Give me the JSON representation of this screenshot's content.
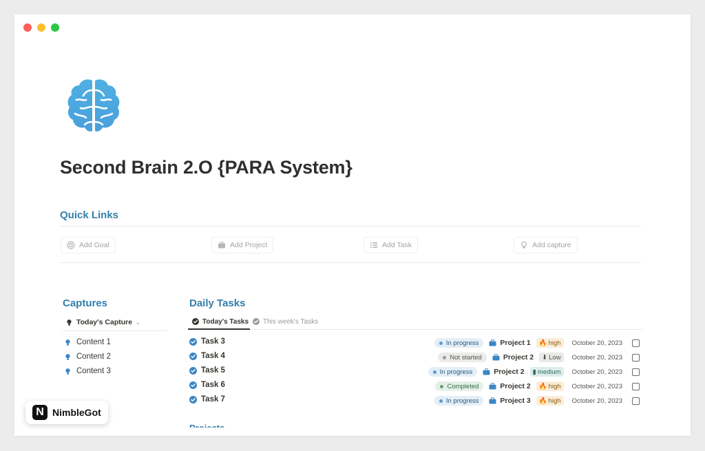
{
  "window": {
    "controls": [
      "close",
      "minimize",
      "zoom"
    ]
  },
  "page": {
    "icon": "brain-icon",
    "title": "Second Brain 2.O {PARA System}"
  },
  "quick_links": {
    "heading": "Quick Links",
    "buttons": [
      {
        "label": "Add Goal",
        "icon": "target-icon"
      },
      {
        "label": "Add Project",
        "icon": "briefcase-icon"
      },
      {
        "label": "Add Task",
        "icon": "list-icon"
      },
      {
        "label": "Add capture",
        "icon": "lightbulb-icon"
      }
    ]
  },
  "captures": {
    "heading": "Captures",
    "view_label": "Today's Capture",
    "items": [
      "Content 1",
      "Content 2",
      "Content 3"
    ]
  },
  "daily_tasks": {
    "heading": "Daily Tasks",
    "tabs": [
      {
        "label": "Today's Tasks",
        "active": true
      },
      {
        "label": "This week's Tasks",
        "active": false
      }
    ],
    "rows": [
      {
        "name": "Task 3",
        "status": "In progress",
        "project": "Project 1",
        "priority": "high",
        "priority_icon": "🔥",
        "date": "October 20, 2023",
        "checked": false
      },
      {
        "name": "Task 4",
        "status": "Not started",
        "project": "Project 2",
        "priority": "Low",
        "priority_icon": "⬇",
        "date": "October 20, 2023",
        "checked": false
      },
      {
        "name": "Task 5",
        "status": "In progress",
        "project": "Project 2",
        "priority": "medium",
        "priority_icon": "▮",
        "date": "October 20, 2023",
        "checked": false
      },
      {
        "name": "Task 6",
        "status": "Completed",
        "project": "Project 2",
        "priority": "high",
        "priority_icon": "🔥",
        "date": "October 20, 2023",
        "checked": false
      },
      {
        "name": "Task 7",
        "status": "In progress",
        "project": "Project 3",
        "priority": "high",
        "priority_icon": "🔥",
        "date": "October 20, 2023",
        "checked": false
      }
    ]
  },
  "projects": {
    "heading": "Projects"
  },
  "watermark": {
    "logo_letter": "N",
    "name": "NimbleGot"
  },
  "colors": {
    "accent": "#337ea9",
    "brain": "#4aa8dc"
  }
}
